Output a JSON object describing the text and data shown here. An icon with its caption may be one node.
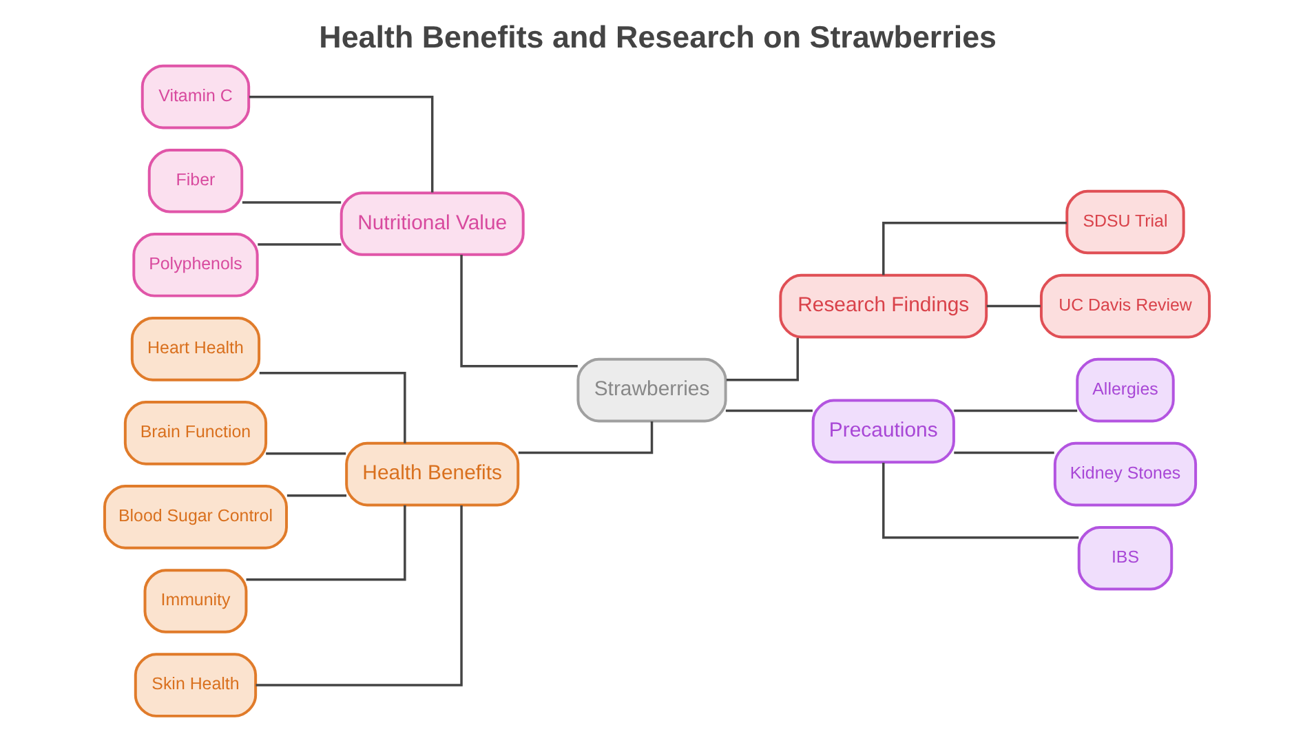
{
  "diagram": {
    "title": "Health Benefits and Research on Strawberries",
    "nodes": [
      {
        "text": [
          "Heart Health"
        ]
      },
      {
        "text": [
          "Brain Function"
        ]
      },
      {
        "text": [
          "Blood Sugar Control"
        ]
      },
      {
        "text": [
          "Immunity"
        ]
      },
      {
        "text": [
          "Skin Health"
        ]
      },
      {
        "text": [
          "Health Benefits"
        ]
      },
      {
        "text": [
          "Vitamin C"
        ]
      },
      {
        "text": [
          "Fiber"
        ]
      },
      {
        "text": [
          "Polyphenols"
        ]
      },
      {
        "text": [
          "Nutritional Value"
        ]
      },
      {
        "text": [
          "Strawberries"
        ]
      },
      {
        "text": [
          "Research Findings"
        ]
      },
      {
        "text": [
          "SDSU Trial"
        ]
      },
      {
        "text": [
          "UC Davis Review"
        ]
      },
      {
        "text": [
          "Precautions"
        ]
      },
      {
        "text": [
          "Allergies"
        ]
      },
      {
        "text": [
          "Kidney Stones"
        ]
      },
      {
        "text": [
          "IBS"
        ]
      }
    ],
    "edges": [
      {
        "from": 0,
        "to": 5,
        "arrow": "none"
      },
      {
        "from": 1,
        "to": 5,
        "arrow": "none"
      },
      {
        "from": 2,
        "to": 5,
        "arrow": "none"
      },
      {
        "from": 3,
        "to": 5,
        "arrow": "none"
      },
      {
        "from": 4,
        "to": 5,
        "arrow": "none"
      },
      {
        "from": 6,
        "to": 9,
        "arrow": "none"
      },
      {
        "from": 7,
        "to": 9,
        "arrow": "none"
      },
      {
        "from": 8,
        "to": 9,
        "arrow": "none"
      },
      {
        "from": 5,
        "to": 10,
        "arrow": "none"
      },
      {
        "from": 9,
        "to": 10,
        "arrow": "none"
      },
      {
        "from": 10,
        "to": 11,
        "arrow": "none"
      },
      {
        "from": 10,
        "to": 14,
        "arrow": "none"
      },
      {
        "from": 11,
        "to": 12,
        "arrow": "none"
      },
      {
        "from": 11,
        "to": 13,
        "arrow": "none"
      },
      {
        "from": 14,
        "to": 15,
        "arrow": "none"
      },
      {
        "from": 14,
        "to": 16,
        "arrow": "none"
      },
      {
        "from": 14,
        "to": 17,
        "arrow": "none"
      }
    ]
  }
}
